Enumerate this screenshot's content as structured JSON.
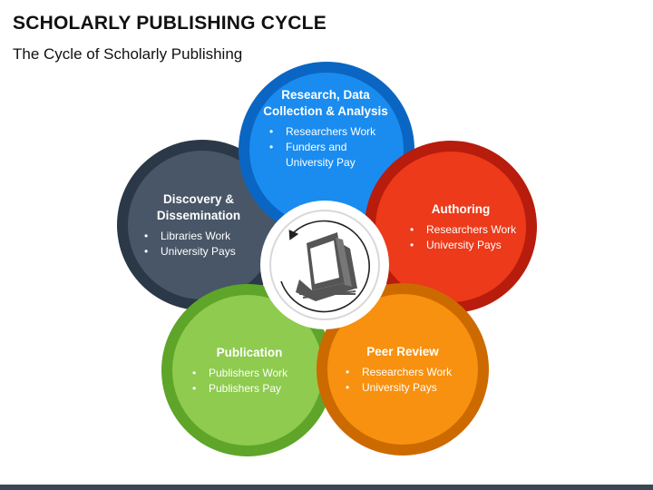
{
  "title": "SCHOLARLY PUBLISHING CYCLE",
  "subtitle": "The Cycle of Scholarly Publishing",
  "stages": [
    {
      "title": "Research, Data Collection & Analysis",
      "bullets": [
        "Researchers Work",
        "Funders and University Pay"
      ],
      "outer_color": "#0a66c2",
      "inner_color": "#1a8cf0"
    },
    {
      "title": "Authoring",
      "bullets": [
        "Researchers Work",
        "University Pays"
      ],
      "outer_color": "#b81c0c",
      "inner_color": "#ec3a1a"
    },
    {
      "title": "Peer Review",
      "bullets": [
        "Researchers Work",
        "University Pays"
      ],
      "outer_color": "#cc6a00",
      "inner_color": "#f7910f"
    },
    {
      "title": "Publication",
      "bullets": [
        "Publishers Work",
        "Publishers Pay"
      ],
      "outer_color": "#5ea52a",
      "inner_color": "#8ecb4e"
    },
    {
      "title": "Discovery & Dissemination",
      "bullets": [
        "Libraries Work",
        "University Pays"
      ],
      "outer_color": "#2b3848",
      "inner_color": "#485668"
    }
  ],
  "center": {
    "icon": "book-pages-icon",
    "cycle_icon": "cycle-arrow-icon"
  },
  "colors": {
    "bottom_bar": "#3d4754",
    "center_ring": "#d8d8d8",
    "icon": "#555555"
  }
}
